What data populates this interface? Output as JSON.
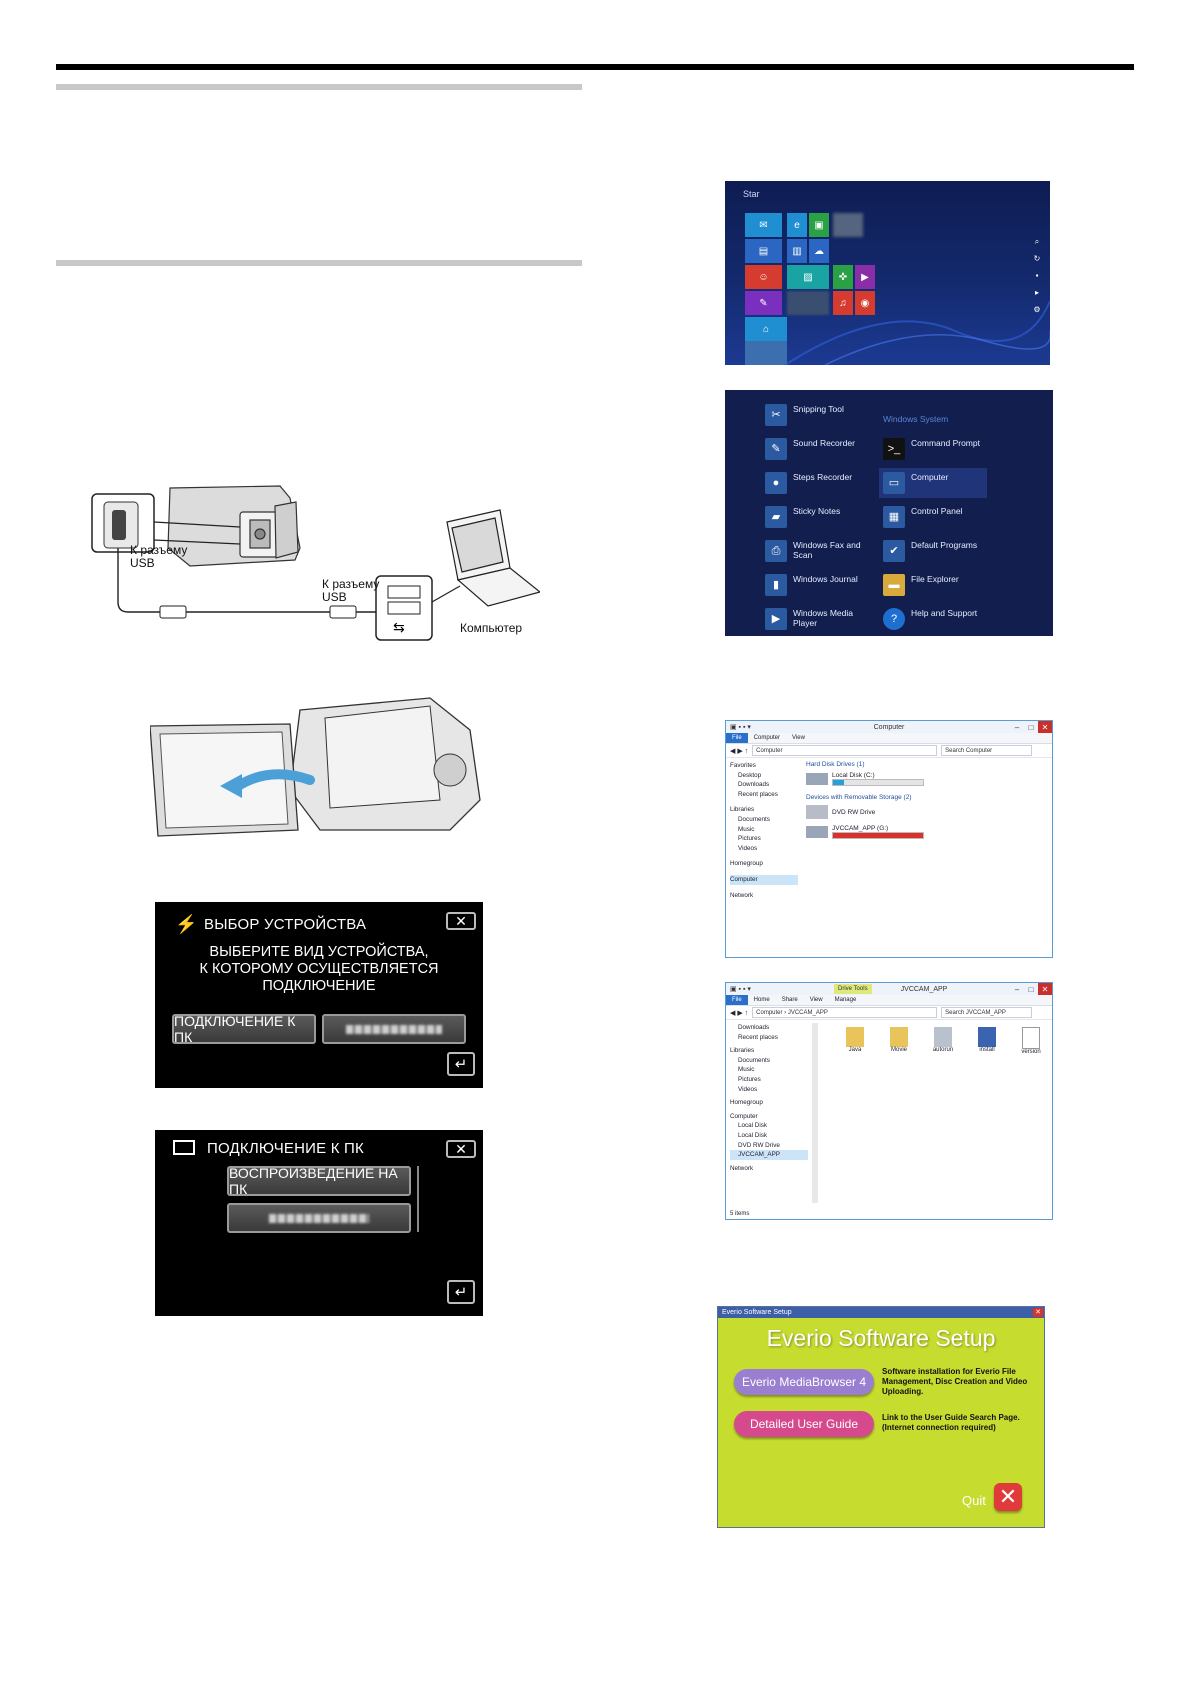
{
  "usb_diagram": {
    "camera_usb_label": "К разъему\nUSB",
    "pc_usb_label": "К разъему\nUSB",
    "computer_label": "Компьютер"
  },
  "device_select_screen": {
    "title": "ВЫБОР УСТРОЙСТВА",
    "message": "ВЫБЕРИТЕ ВИД УСТРОЙСТВА,\nК КОТОРОМУ ОСУЩЕСТВЛЯЕТСЯ\nПОДКЛЮЧЕНИЕ",
    "pc_button": "ПОДКЛЮЧЕНИЕ К ПК"
  },
  "pc_connect_screen": {
    "title": "ПОДКЛЮЧЕНИЕ К ПК",
    "playback_button": "ВОСПРОИЗВЕДЕНИЕ НА ПК"
  },
  "win_start": {
    "heading": "Star"
  },
  "win_apps": {
    "left_column": [
      "Snipping Tool",
      "Sound Recorder",
      "Steps Recorder",
      "Sticky Notes",
      "Windows Fax and Scan",
      "Windows Journal",
      "Windows Media Player"
    ],
    "right_header": "Windows System",
    "right_column": [
      "Command Prompt",
      "Computer",
      "Control Panel",
      "Default Programs",
      "File Explorer",
      "Help and Support"
    ]
  },
  "explorer_computer": {
    "window_title": "Computer",
    "ribbon_tabs": [
      "File",
      "Computer",
      "View"
    ],
    "address": "Computer",
    "search_placeholder": "Search Computer",
    "nav_items": [
      "Favorites",
      "Desktop",
      "Downloads",
      "Recent places",
      "Libraries",
      "Documents",
      "Music",
      "Pictures",
      "Videos",
      "Homegroup",
      "Computer",
      "Network"
    ],
    "group_hdd": "Hard Disk Drives (1)",
    "local_disk": "Local Disk (C:)",
    "group_removable": "Devices with Removable Storage (2)",
    "dvd_drive": "DVD RW Drive",
    "jvccam_app": "JVCCAM_APP (G:)"
  },
  "explorer_app": {
    "window_title": "JVCCAM_APP",
    "tool_tab": "Drive Tools",
    "ribbon_tabs": [
      "File",
      "Home",
      "Share",
      "View",
      "Manage"
    ],
    "address": "Computer › JVCCAM_APP",
    "search_placeholder": "Search JVCCAM_APP",
    "nav_items": [
      "Downloads",
      "Recent places",
      "Libraries",
      "Documents",
      "Music",
      "Pictures",
      "Videos",
      "Homegroup",
      "Computer",
      "Local Disk",
      "Local Disk",
      "DVD RW Drive",
      "JVCCAM_APP",
      "Network"
    ],
    "files": [
      "Java",
      "Movie",
      "autorun",
      "install",
      "version"
    ],
    "status": "5 items"
  },
  "everio_setup": {
    "window_title": "Everio Software Setup",
    "heading": "Everio Software Setup",
    "btn_mediabrowser": "Everio MediaBrowser 4",
    "desc_mediabrowser": "Software installation for Everio File Management, Disc Creation and Video Uploading.",
    "btn_user_guide": "Detailed User Guide",
    "desc_user_guide": "Link to the User Guide Search Page. (Internet connection required)",
    "quit_label": "Quit",
    "colors": {
      "background": "#c6dc2f",
      "mediabrowser": "#9a7fd0",
      "user_guide": "#d6498c",
      "quit": "#e03a3a"
    }
  }
}
